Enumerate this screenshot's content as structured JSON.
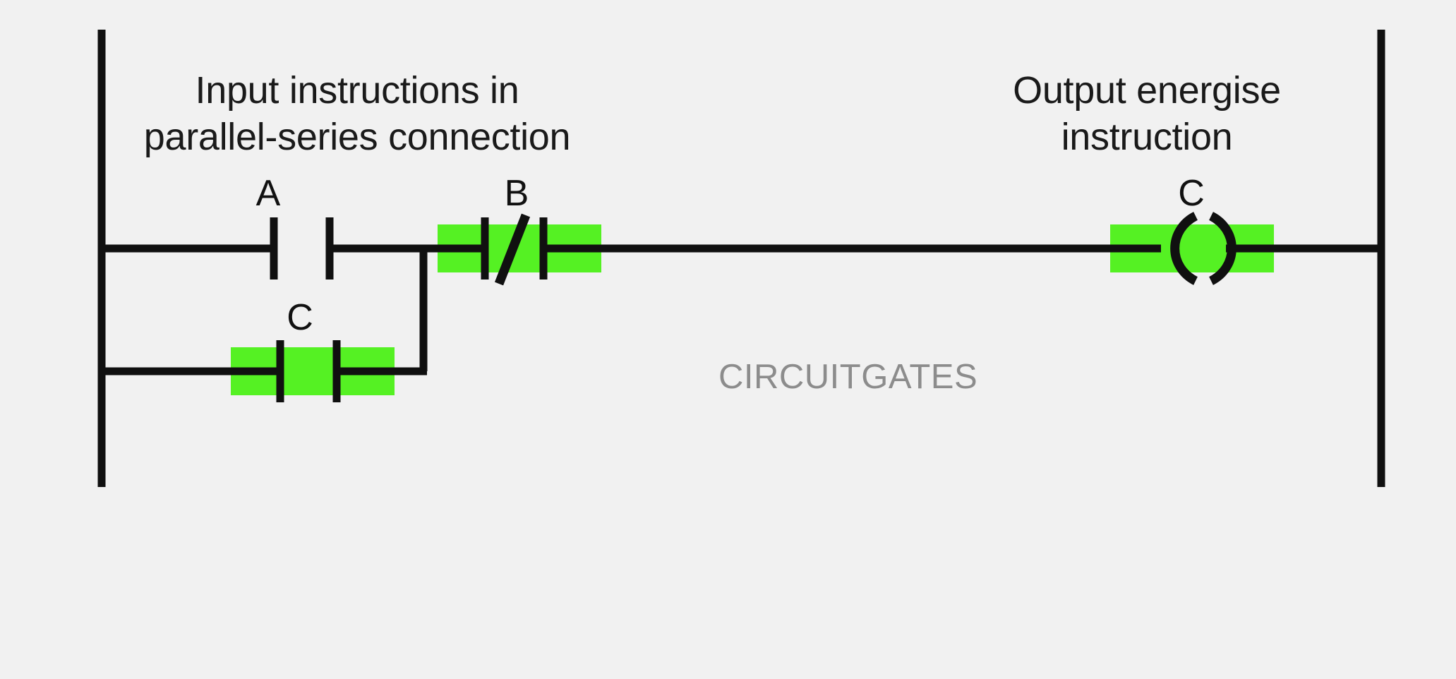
{
  "diagram": {
    "kind": "ladder-logic-rung",
    "background_color": "#f1f1f1",
    "line_color": "#101010",
    "highlight_color": "#55f123",
    "watermark_color": "#8c8c8c",
    "watermark": "CIRCUITGATES"
  },
  "captions": {
    "input": "Input instructions in\nparallel-series connection",
    "output": "Output energise\ninstruction"
  },
  "rails": {
    "left_label": "left-power-rail",
    "right_label": "right-power-rail"
  },
  "elements": {
    "contact_a": {
      "tag": "A",
      "type": "normally-open-contact",
      "energised": false,
      "branch": "top",
      "symbol": "-| |-"
    },
    "contact_c_branch": {
      "tag": "C",
      "type": "normally-open-contact",
      "energised": true,
      "branch": "bottom",
      "symbol": "-| |-"
    },
    "contact_b": {
      "tag": "B",
      "type": "normally-closed-contact",
      "energised": true,
      "branch": "series",
      "symbol": "-|/|-"
    },
    "coil_c": {
      "tag": "C",
      "type": "output-energise-coil",
      "energised": true,
      "symbol": "-( )-"
    }
  }
}
